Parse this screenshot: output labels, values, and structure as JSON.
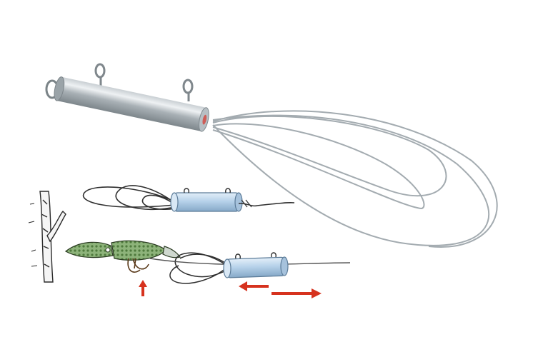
{
  "scene": {
    "background": "#ffffff",
    "colors": {
      "aluminum_dark": "#8e979c",
      "aluminum_light": "#e7ebed",
      "wire": "#9aa2a6",
      "tube_blue": "#b9d4ec",
      "line_sketch": "#333333",
      "lure_green": "#6f9b5a",
      "arrow_red": "#d6321e"
    },
    "objects": [
      {
        "name": "lure-retriever-tube",
        "kind": "photo"
      },
      {
        "name": "wire-loops",
        "kind": "photo"
      },
      {
        "name": "retriever-diagram-top",
        "kind": "illustration"
      },
      {
        "name": "retriever-diagram-bottom",
        "kind": "illustration"
      },
      {
        "name": "fishing-lure",
        "kind": "illustration"
      },
      {
        "name": "branch",
        "kind": "illustration"
      }
    ],
    "arrows": [
      {
        "name": "up-arrow-icon",
        "direction": "up"
      },
      {
        "name": "left-arrow-icon",
        "direction": "left"
      },
      {
        "name": "right-arrow-icon",
        "direction": "right"
      }
    ]
  }
}
